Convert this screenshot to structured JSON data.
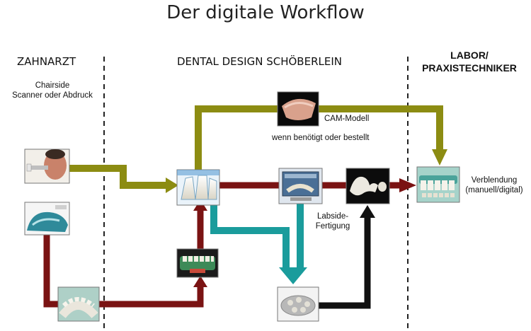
{
  "title": "Der digitale Workflow",
  "columns": {
    "dentist": "ZAHNARZT",
    "design": "DENTAL DESIGN SCHÖBERLEIN",
    "lab_line1": "LABOR/",
    "lab_line2": "PRAXISTECHNIKER"
  },
  "labels": {
    "chairside_line1": "Chairside",
    "chairside_line2": "Scanner oder Abdruck",
    "cam_model": "CAM-Modell",
    "if_needed": "wenn benötigt oder bestellt",
    "labside_line1": "Labside-",
    "labside_line2": "Fertigung",
    "veneer_line1": "Verblendung",
    "veneer_line2": "(manuell/digital)"
  },
  "colors": {
    "olive": "#8c8c12",
    "maroon": "#7a1313",
    "teal": "#1a9c9c",
    "black": "#111111"
  },
  "icons": [
    "patient-scan-photo",
    "impression-tray-photo",
    "plaster-model-photo",
    "cad-teeth-photo",
    "gum-model-photo",
    "cad-screen-photo",
    "milled-crowns-photo",
    "cam-model-photo",
    "milling-disc-photo",
    "final-teeth-photo"
  ]
}
